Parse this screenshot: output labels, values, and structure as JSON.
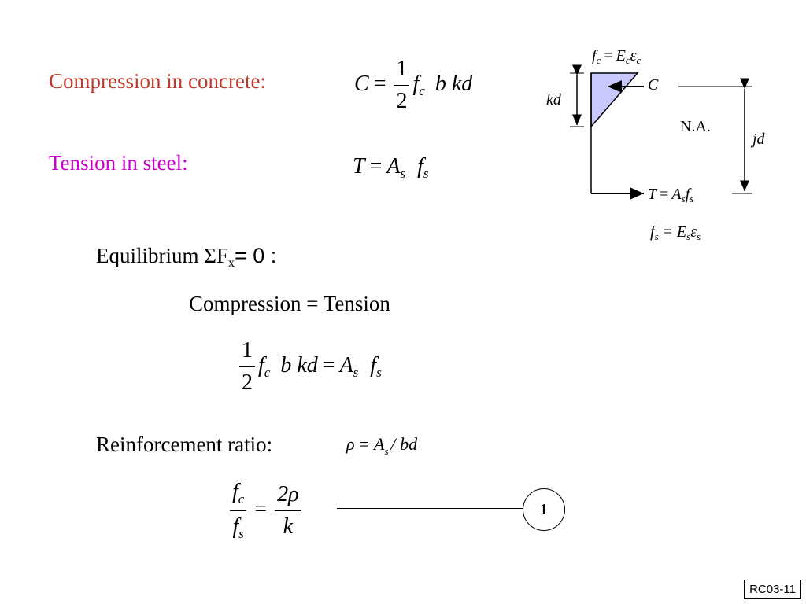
{
  "colors": {
    "compression": "#c0392b",
    "tension": "#cc00cc",
    "stress_block": "#c8c8ff"
  },
  "labels": {
    "compression": "Compression in concrete:",
    "tension": "Tension in steel:",
    "equilibrium": "Equilibrium",
    "sigma": "Σ",
    "F": "F",
    "x": "x",
    "eq_zero": "= 0 :",
    "comp_eq_tension": "Compression = Tension",
    "reinforcement": "Reinforcement ratio:"
  },
  "eq_C": {
    "lhs": "C",
    "eq": "=",
    "num": "1",
    "den": "2",
    "f": "f",
    "c": "c",
    "rest": "b kd"
  },
  "eq_T": {
    "lhs": "T",
    "eq": "=",
    "A": "A",
    "s": "s",
    "f": "f",
    "s2": "s"
  },
  "eq_balance": {
    "num": "1",
    "den": "2",
    "f": "f",
    "c": "c",
    "mid": "b kd",
    "eq": "=",
    "A": "A",
    "s": "s",
    "f2": "f",
    "s2": "s"
  },
  "eq_rho": {
    "rho": "ρ",
    "eq": "=",
    "A": "A",
    "s": "s",
    "rest": "/ bd"
  },
  "eq_ratio": {
    "num_f": "f",
    "num_c": "c",
    "den_f": "f",
    "den_s": "s",
    "eq": "=",
    "num2": "2ρ",
    "den2": "k"
  },
  "eq_number": "1",
  "diagram": {
    "top_f": "f",
    "top_c": "c",
    "top_eq": "=",
    "top_E": "E",
    "top_c2": "c",
    "top_eps": "ε",
    "top_c3": "c",
    "kd": "kd",
    "C": "C",
    "na": "N.A.",
    "jd": "jd",
    "T": "T",
    "T_eq": "=",
    "T_A": "A",
    "T_s": "s",
    "T_f": "f",
    "T_s2": "s",
    "bot_f": "f",
    "bot_s": "s",
    "bot_eq": "=",
    "bot_E": "E",
    "bot_s2": "s",
    "bot_eps": "ε",
    "bot_s3": "s"
  },
  "slide_ref": "RC03-11"
}
